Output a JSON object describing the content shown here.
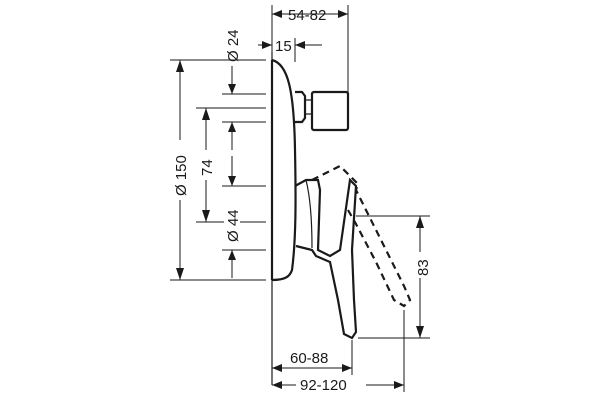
{
  "dimensions": {
    "top_depth": "54-82",
    "diameter_24": "Ø 24",
    "offset_15": "15",
    "diameter_150": "Ø 150",
    "spacing_74": "74",
    "diameter_44": "Ø 44",
    "height_83": "83",
    "depth_60_88": "60-88",
    "depth_92_120": "92-120"
  },
  "colors": {
    "line": "#1a1a1a",
    "background": "#ffffff"
  }
}
